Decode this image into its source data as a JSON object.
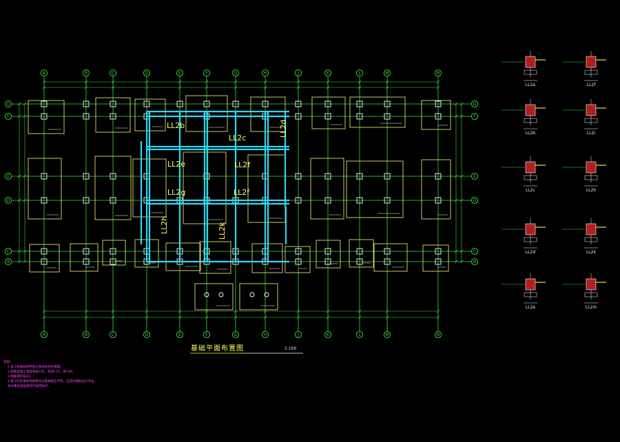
{
  "drawing": {
    "title": "基础平面布置图",
    "scale": "1:100"
  },
  "axes": {
    "vertical": [
      "A",
      "B",
      "C",
      "D",
      "E",
      "F",
      "G",
      "H",
      "J",
      "K",
      "L",
      "M",
      "N"
    ],
    "horizontal": [
      "G",
      "F",
      "E",
      "D",
      "C",
      "B"
    ]
  },
  "beams": {
    "labels": [
      "LL2b",
      "LL2c",
      "LL2d",
      "LL2e",
      "LL2f",
      "LL2g",
      "LL2f",
      "LL2h",
      "LL2k"
    ]
  },
  "details": {
    "labels": [
      "LL2a",
      "LL2f",
      "LL2b",
      "LL2i",
      "LL2c",
      "LL2h",
      "LL2d",
      "LL2k",
      "LL2e",
      "LL2m"
    ]
  },
  "notes": {
    "heading": "说明：",
    "lines": [
      "1.本工程基础采用独立基础及条形基础。",
      "2.基础混凝土强度等级C30，垫层C15，厚100。",
      "3.钢筋保护层40。",
      "4.施工时若发现地质情况与勘察报告不符，应及时通知设计单位。",
      "  未尽事宜按国家现行规范执行。"
    ]
  },
  "colors": {
    "background": "#000000",
    "grid": "#3ce03c",
    "footing": "#e0e070",
    "beam": "#2fd8f0",
    "label": "#ffff66",
    "note": "#ff44ff"
  }
}
